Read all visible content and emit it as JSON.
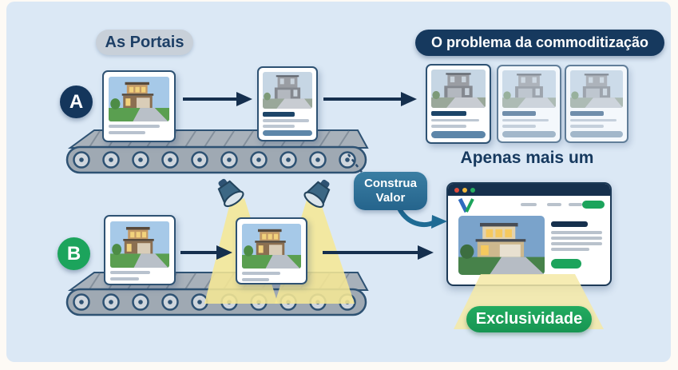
{
  "labels": {
    "portals": "As Portais",
    "badge_a": "A",
    "badge_b": "B",
    "problem_banner": "O problema da commoditização",
    "just_another": "Apenas mais um",
    "build_value_1": "Construa",
    "build_value_2": "Valor",
    "exclusivity": "Exclusividade"
  },
  "browser": {
    "logo": "V"
  },
  "colors": {
    "panel_background": "#dbe8f5",
    "navy": "#16395e",
    "arrow_navy": "#152f4e",
    "green": "#1ca45c",
    "bubble_steel_blue": "#2d7093",
    "beam_yellow": "#f5e795",
    "pill_gray": "#c8d0d9",
    "belt_gray": "#a8b1ba",
    "traffic_red": "#e24b3b",
    "traffic_yellow": "#f0b73c",
    "traffic_green": "#27ae60",
    "logo_blue": "#2f6bbf"
  }
}
